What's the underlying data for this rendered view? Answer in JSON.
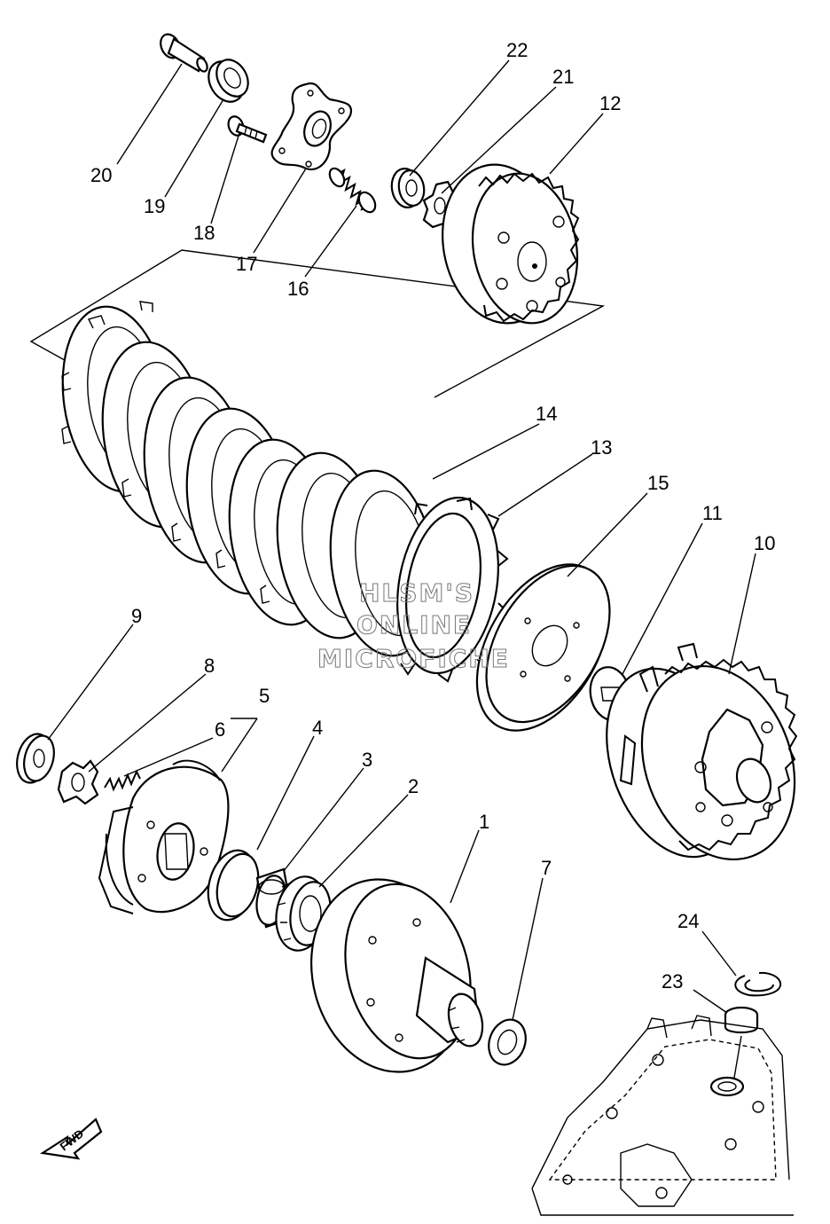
{
  "diagram": {
    "parts": [
      {
        "number": "1"
      },
      {
        "number": "2"
      },
      {
        "number": "3"
      },
      {
        "number": "4"
      },
      {
        "number": "5"
      },
      {
        "number": "6"
      },
      {
        "number": "7"
      },
      {
        "number": "8"
      },
      {
        "number": "9"
      },
      {
        "number": "10"
      },
      {
        "number": "11"
      },
      {
        "number": "12"
      },
      {
        "number": "13"
      },
      {
        "number": "14"
      },
      {
        "number": "15"
      },
      {
        "number": "16"
      },
      {
        "number": "17"
      },
      {
        "number": "18"
      },
      {
        "number": "19"
      },
      {
        "number": "20"
      },
      {
        "number": "21"
      },
      {
        "number": "22"
      },
      {
        "number": "23"
      },
      {
        "number": "24"
      }
    ],
    "fwd_label": "FWD",
    "watermark": [
      "HLSM'S",
      "ONLINE",
      "MICROFICHE"
    ]
  }
}
